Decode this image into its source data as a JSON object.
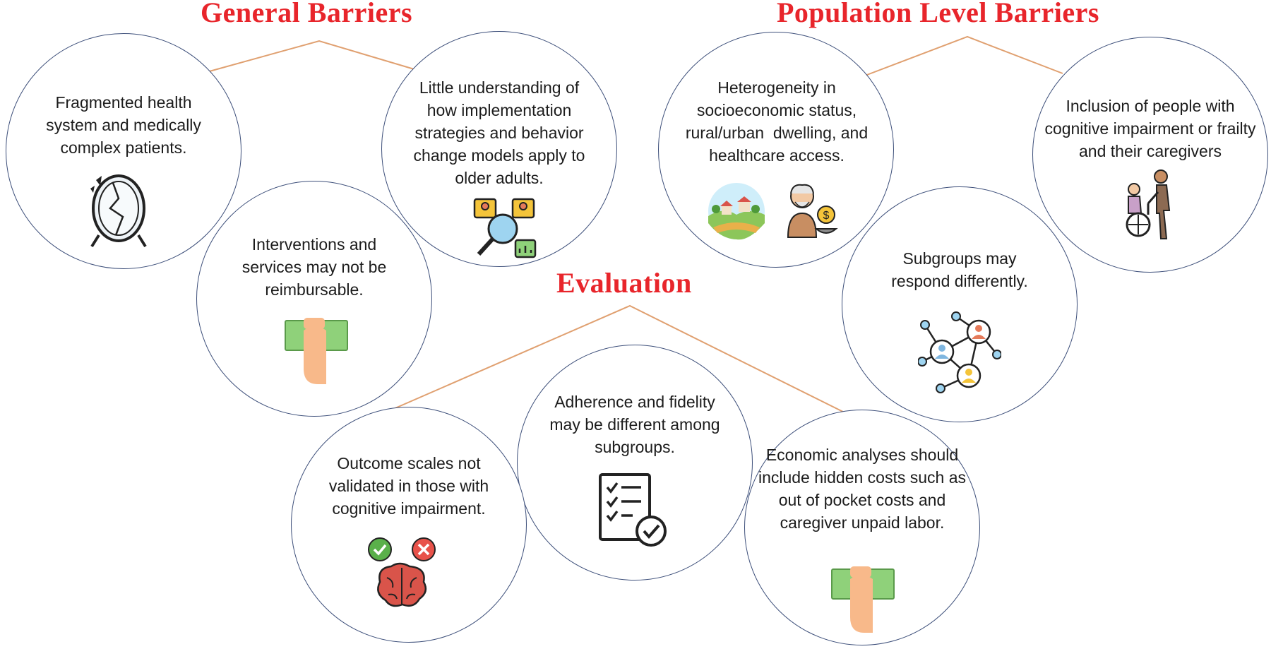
{
  "headings": {
    "general": "General Barriers",
    "population": "Population Level Barriers",
    "evaluation": "Evaluation"
  },
  "circles": {
    "fragmented": "Fragmented health system and medically complex patients.",
    "little_understanding": "Little understanding of how implementation strategies and behavior change models apply to older adults.",
    "interventions": "Interventions and services may not be reimbursable.",
    "heterogeneity": "Heterogeneity in socioeconomic status, rural/urban  dwelling, and healthcare access.",
    "inclusion": "Inclusion of people with cognitive impairment or frailty and their caregivers",
    "subgroups": "Subgroups may respond differently.",
    "adherence": "Adherence and fidelity may be different among subgroups.",
    "outcome": "Outcome scales not validated in those with cognitive impairment.",
    "economic": "Economic analyses should include hidden costs such as out of pocket costs and caregiver unpaid labor."
  },
  "icons": {
    "fragmented": "broken-mirror-icon",
    "little_understanding": "research-magnifier-icon",
    "interventions": "money-hand-icon",
    "heterogeneity_1": "rural-landscape-icon",
    "heterogeneity_2": "elderly-man-coins-icon",
    "inclusion": "wheelchair-caregiver-icon",
    "subgroups": "network-people-icon",
    "adherence": "checklist-icon",
    "outcome": "brain-check-cross-icon",
    "economic": "money-hand-icon"
  },
  "colors": {
    "heading": "#e8252b",
    "connector": "#e0a070",
    "circle_border": "#3d4f7a"
  }
}
